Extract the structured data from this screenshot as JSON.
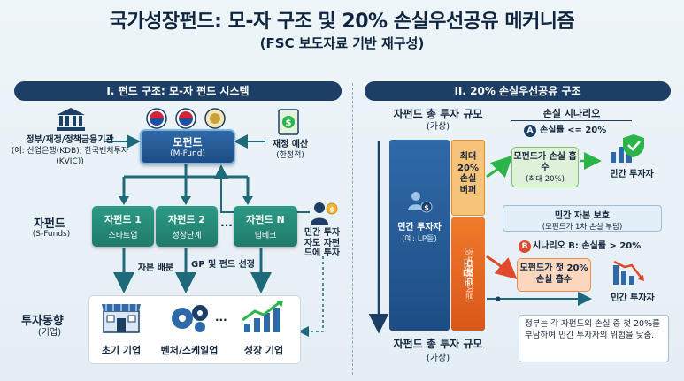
{
  "header": {
    "title": "국가성장펀드: 모-자 구조 및 20% 손실우선공유 메커니즘",
    "subtitle": "(FSC 보도자료 기반 재구성)"
  },
  "left": {
    "section_title": "I. 펀드 구조: 모-자 펀드 시스템",
    "gov_label": "정부/재정/정책금융기관",
    "gov_sub": "(예: 산업은행(KDB), 한국벤처투자(KVIC))",
    "mother_fund": "모펀드",
    "mother_fund_sub": "(M-Fund)",
    "budget_label": "재정 예산",
    "budget_sub": "(한정적)",
    "subfunds_label": "자펀드",
    "subfunds_sub": "(S-Funds)",
    "subfunds": [
      {
        "name": "자펀드 1",
        "desc": "스타트업"
      },
      {
        "name": "자펀드 2",
        "desc": "성장단계"
      },
      {
        "name": "자펀드 N",
        "desc": "딥테크"
      }
    ],
    "ellipsis": "...",
    "private_label": "민간 투자자도 자펀드에 투자",
    "capital_alloc": "자본 배분",
    "gp_label": "GP 및 펀드 선정",
    "invest_label": "투자동향",
    "invest_sub": "(기업)",
    "targets": [
      "초기 기업",
      "벤처/스케일업",
      "성장 기업"
    ]
  },
  "right": {
    "section_title": "II. 20% 손실우선공유 구조",
    "total_top": "자펀드 총 투자 규모",
    "total_top_sub": "(가상)",
    "total_bottom": "자펀드 총 투자 규모",
    "total_bottom_sub": "(가상)",
    "private_investor": "민간 투자자",
    "private_investor_sub": "(예: LP들)",
    "buffer": "최대 20% 손실 버퍼",
    "mother_bar": "모펀드",
    "mother_bar_sub": "(정부 공공 출자분)",
    "loss_scenario": "손실 시나리오",
    "scenario_a_badge": "A",
    "scenario_a": "손실률 <= 20%",
    "absorb_a": "모펀드가 손실 흡수",
    "absorb_a_sub": "(최대 20%)",
    "private_inv_a": "민간 투자자",
    "protect": "민간 자본 보호",
    "protect_sub": "(모펀드가 1차 손실 부담)",
    "scenario_b_badge": "B",
    "scenario_b": "시나리오 B: 손실률 > 20%",
    "absorb_b": "모펀드가 첫 20% 손실 흡수",
    "private_inv_b": "민간 투자자",
    "note": "정부는 각 자펀드의 손실 중 첫 20%를 부담하여 민간 투자자의 위험을 낮춤."
  },
  "colors": {
    "navy": "#1d3f66",
    "blue": "#2f6aa8",
    "teal": "#1f7a6a",
    "green": "#2bb44a",
    "orange": "#f07a2a",
    "red": "#e04a2a"
  }
}
